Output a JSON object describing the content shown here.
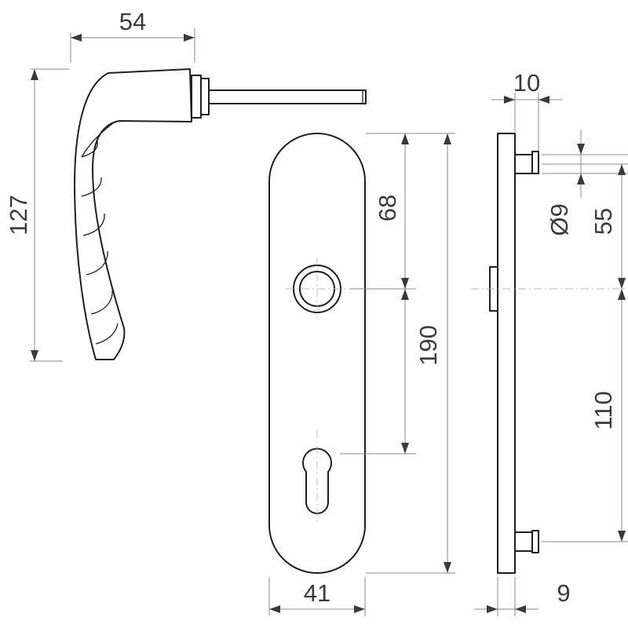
{
  "colors": {
    "line": "#1f1f1f",
    "dimension": "#8a8a8a",
    "text": "#3a3a3a",
    "background": "#ffffff"
  },
  "dimensions": {
    "handle_width": "54",
    "handle_height": "127",
    "spindle_offset": "10",
    "hole_diameter": "Ø9",
    "screw_to_spindle": "55",
    "spindle_to_cylinder": "68",
    "spindle_to_bottom_screw": "110",
    "plate_height": "190",
    "plate_width": "41",
    "plate_thickness": "9"
  }
}
